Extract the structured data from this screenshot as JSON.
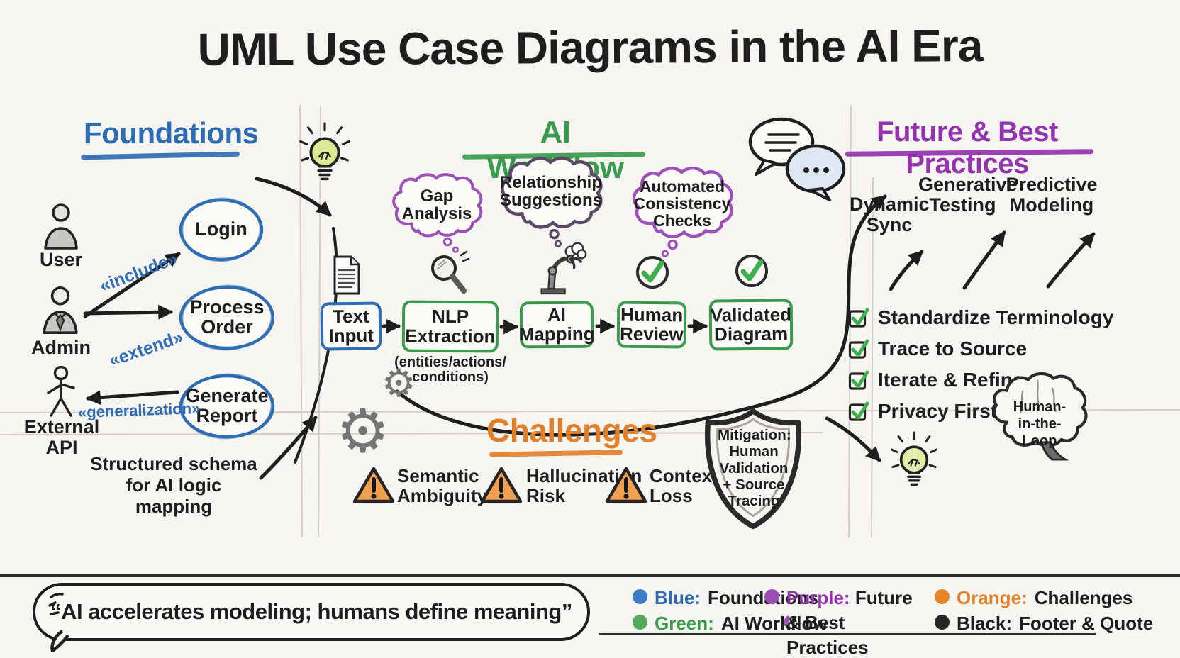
{
  "title": "UML Use Case Diagrams in the AI Era",
  "colors": {
    "blue": "#2e6db4",
    "green": "#3a9a4d",
    "purple": "#9333b0",
    "orange": "#e2802a",
    "black": "#1c1c1c"
  },
  "foundations": {
    "heading": "Foundations",
    "actors": [
      {
        "label": "User"
      },
      {
        "label": "Admin"
      },
      {
        "label": "External API"
      }
    ],
    "use_cases": [
      {
        "label": "Login"
      },
      {
        "label": "Process Order"
      },
      {
        "label": "Generate Report"
      }
    ],
    "relations": [
      {
        "label": "«include»"
      },
      {
        "label": "«extend»"
      },
      {
        "label": "«generalization»"
      }
    ],
    "note": "Structured schema for AI logic mapping"
  },
  "ai_workflow": {
    "heading": "AI Workflow",
    "thought_clouds": [
      {
        "label": "Gap Analysis"
      },
      {
        "label": "Relationship Suggestions"
      },
      {
        "label": "Automated Consistency Checks"
      }
    ],
    "steps": [
      {
        "label": "Text Input"
      },
      {
        "label": "NLP Extraction",
        "sublabel": "(entities/actions/ conditions)"
      },
      {
        "label": "AI Mapping"
      },
      {
        "label": "Human Review"
      },
      {
        "label": "Validated Diagram"
      }
    ]
  },
  "challenges": {
    "heading": "Challenges",
    "items": [
      {
        "label": "Semantic Ambiguity"
      },
      {
        "label": "Hallucination Risk"
      },
      {
        "label": "Context Loss"
      }
    ],
    "shield_label": "Mitigation: Human Validation + Source Tracing"
  },
  "future": {
    "heading": "Future & Best Practices",
    "trends": [
      {
        "label": "Dynamic Sync"
      },
      {
        "label": "Generative Testing"
      },
      {
        "label": "Predictive Modeling"
      }
    ],
    "checklist": [
      {
        "label": "Standardize Terminology"
      },
      {
        "label": "Trace to Source"
      },
      {
        "label": "Iterate & Refine"
      },
      {
        "label": "Privacy First"
      }
    ],
    "brain_label": "Human-in-the-Loop"
  },
  "footer": {
    "quote": "“AI accelerates modeling; humans define meaning”",
    "legend": [
      {
        "name": "Blue:",
        "label": "Foundations"
      },
      {
        "name": "Green:",
        "label": "AI Workflow"
      },
      {
        "name": "Purple:",
        "label": "Future & Best Practices"
      },
      {
        "name": "Orange:",
        "label": "Challenges"
      },
      {
        "name": "Black:",
        "label": "Footer & Quote"
      }
    ]
  }
}
